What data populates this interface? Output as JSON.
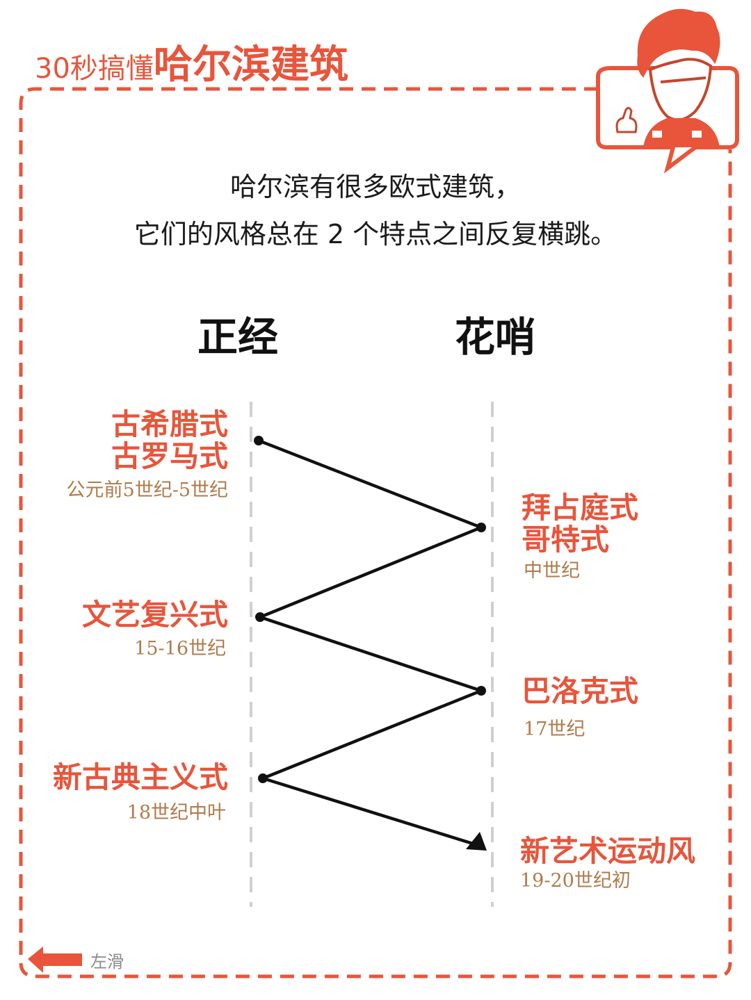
{
  "header": {
    "prefix": "30秒搞懂",
    "title": "哈尔滨建筑"
  },
  "intro": {
    "line1": "哈尔滨有很多欧式建筑，",
    "line2": "它们的风格总在 2 个特点之间反复横跳。"
  },
  "columns": {
    "left_title": "正经",
    "right_title": "花哨"
  },
  "styles": [
    {
      "name_line1": "古希腊式",
      "name_line2": "古罗马式",
      "period": "公元前5世纪-5世纪",
      "side": "正经"
    },
    {
      "name_line1": "拜占庭式",
      "name_line2": "哥特式",
      "period": "中世纪",
      "side": "花哨"
    },
    {
      "name_line1": "文艺复兴式",
      "period": "15-16世纪",
      "side": "正经"
    },
    {
      "name_line1": "巴洛克式",
      "period": "17世纪",
      "side": "花哨"
    },
    {
      "name_line1": "新古典主义式",
      "period": "18世纪中叶",
      "side": "正经"
    },
    {
      "name_line1": "新艺术运动风",
      "period": "19-20世纪初",
      "side": "花哨"
    }
  ],
  "footer": {
    "swipe_label": "左滑"
  },
  "colors": {
    "accent": "#e8553b",
    "period": "#b07a4a",
    "text": "#1a1a1a",
    "guide": "#cccccc"
  },
  "icons": {
    "mascot": "cartoon-man-in-speech-bubble-icon",
    "arrow": "left-arrow-icon"
  }
}
